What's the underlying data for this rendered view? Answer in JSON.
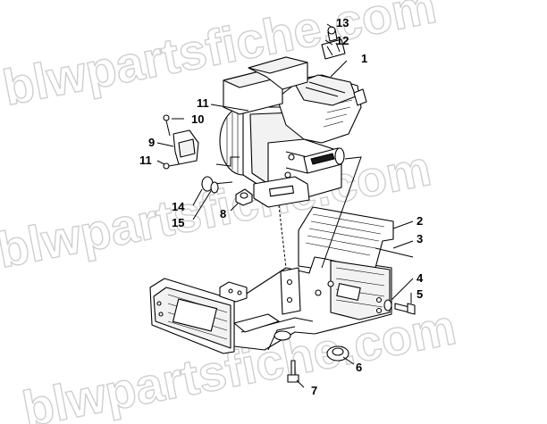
{
  "watermark": {
    "text": "blwpartsfiche.com",
    "color": "#cfcfcf"
  },
  "callouts": [
    "1",
    "2",
    "3",
    "4",
    "5",
    "6",
    "7",
    "8",
    "9",
    "10",
    "11",
    "12",
    "13",
    "14",
    "15"
  ],
  "callout_11_second": "11"
}
